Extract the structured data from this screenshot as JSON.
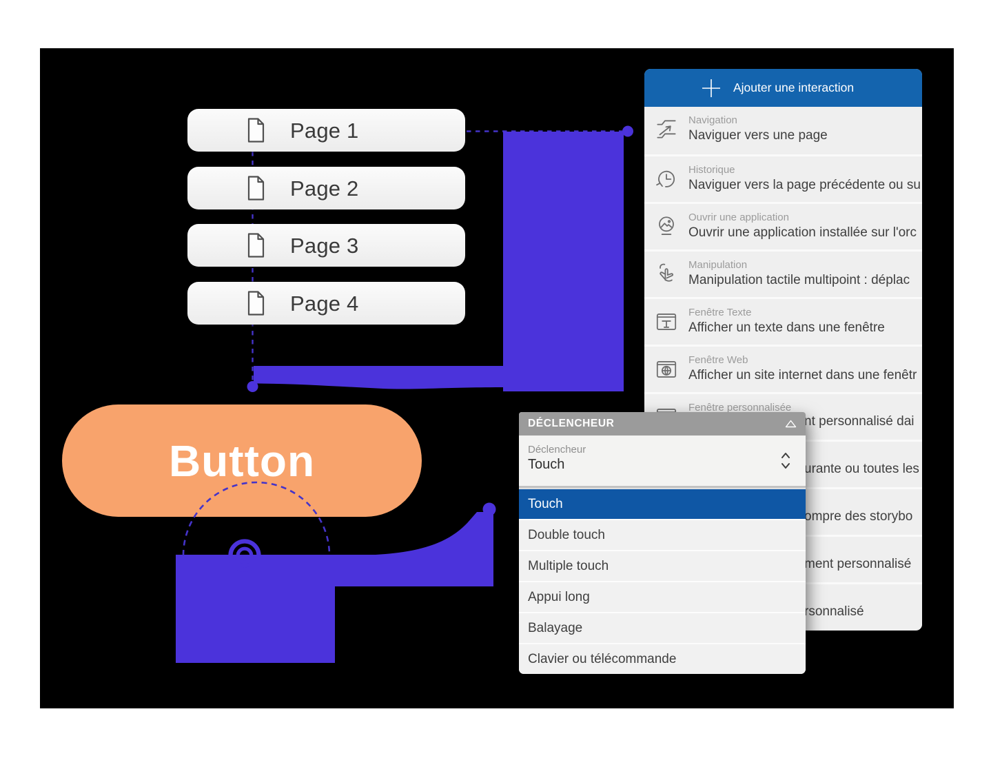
{
  "canvas": {
    "background": "#000000"
  },
  "page_buttons": [
    {
      "label": "Page 1"
    },
    {
      "label": "Page 2"
    },
    {
      "label": "Page 3"
    },
    {
      "label": "Page 4"
    }
  ],
  "button": {
    "label": "Button"
  },
  "interactions_panel": {
    "header": {
      "label": "Ajouter une interaction"
    },
    "items": [
      {
        "title": "Navigation",
        "description": "Naviguer vers une page"
      },
      {
        "title": "Historique",
        "description": "Naviguer vers la page précédente ou su"
      },
      {
        "title": "Ouvrir une application",
        "description": "Ouvrir une application installée sur l'orc"
      },
      {
        "title": "Manipulation",
        "description": "Manipulation tactile multipoint : déplac"
      },
      {
        "title": "Fenêtre Texte",
        "description": "Afficher un texte dans une fenêtre"
      },
      {
        "title": "Fenêtre Web",
        "description": "Afficher un site internet dans une fenêtr"
      },
      {
        "title": "Fenêtre personnalisée",
        "description_fragment": "nt personnalisé dai"
      },
      {
        "description_fragment": "urante ou toutes les"
      },
      {
        "description_fragment": "ompre des storybo"
      },
      {
        "description_fragment": "ment personnalisé"
      },
      {
        "description_fragment": "rsonnalisé"
      }
    ]
  },
  "trigger_panel": {
    "title": "DÉCLENCHEUR",
    "field": {
      "label": "Déclencheur",
      "value": "Touch"
    },
    "options": [
      {
        "label": "Touch",
        "selected": true
      },
      {
        "label": "Double touch"
      },
      {
        "label": "Multiple touch"
      },
      {
        "label": "Appui long"
      },
      {
        "label": "Balayage"
      },
      {
        "label": "Clavier ou télécommande"
      }
    ]
  },
  "colors": {
    "purple": "#4B33DB",
    "dashed_purple": "#4433C9",
    "orange": "#F8A36C",
    "panel_header_blue": "#1464AE",
    "selected_blue": "#0F57A5",
    "trigger_header_gray": "#9B9B9B"
  }
}
